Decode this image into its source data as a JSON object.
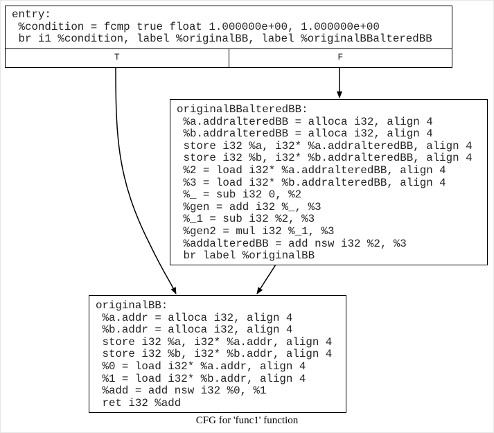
{
  "graph": {
    "caption": "CFG for 'func1' function",
    "nodes": {
      "entry": {
        "lines": [
          "entry:",
          " %condition = fcmp true float 1.000000e+00, 1.000000e+00",
          " br i1 %condition, label %originalBB, label %originalBBalteredBB"
        ],
        "ports": [
          "T",
          "F"
        ]
      },
      "altered": {
        "lines": [
          "originalBBalteredBB:",
          " %a.addralteredBB = alloca i32, align 4",
          " %b.addralteredBB = alloca i32, align 4",
          " store i32 %a, i32* %a.addralteredBB, align 4",
          " store i32 %b, i32* %b.addralteredBB, align 4",
          " %2 = load i32* %a.addralteredBB, align 4",
          " %3 = load i32* %b.addralteredBB, align 4",
          " %_ = sub i32 0, %2",
          " %gen = add i32 %_, %3",
          " %_1 = sub i32 %2, %3",
          " %gen2 = mul i32 %_1, %3",
          " %addalteredBB = add nsw i32 %2, %3",
          " br label %originalBB"
        ]
      },
      "original": {
        "lines": [
          "originalBB:",
          " %a.addr = alloca i32, align 4",
          " %b.addr = alloca i32, align 4",
          " store i32 %a, i32* %a.addr, align 4",
          " store i32 %b, i32* %b.addr, align 4",
          " %0 = load i32* %a.addr, align 4",
          " %1 = load i32* %b.addr, align 4",
          " %add = add nsw i32 %0, %1",
          " ret i32 %add"
        ]
      }
    },
    "edges": [
      {
        "from": "entry:T",
        "to": "originalBB"
      },
      {
        "from": "entry:F",
        "to": "originalBBalteredBB"
      },
      {
        "from": "originalBBalteredBB",
        "to": "originalBB"
      }
    ]
  }
}
